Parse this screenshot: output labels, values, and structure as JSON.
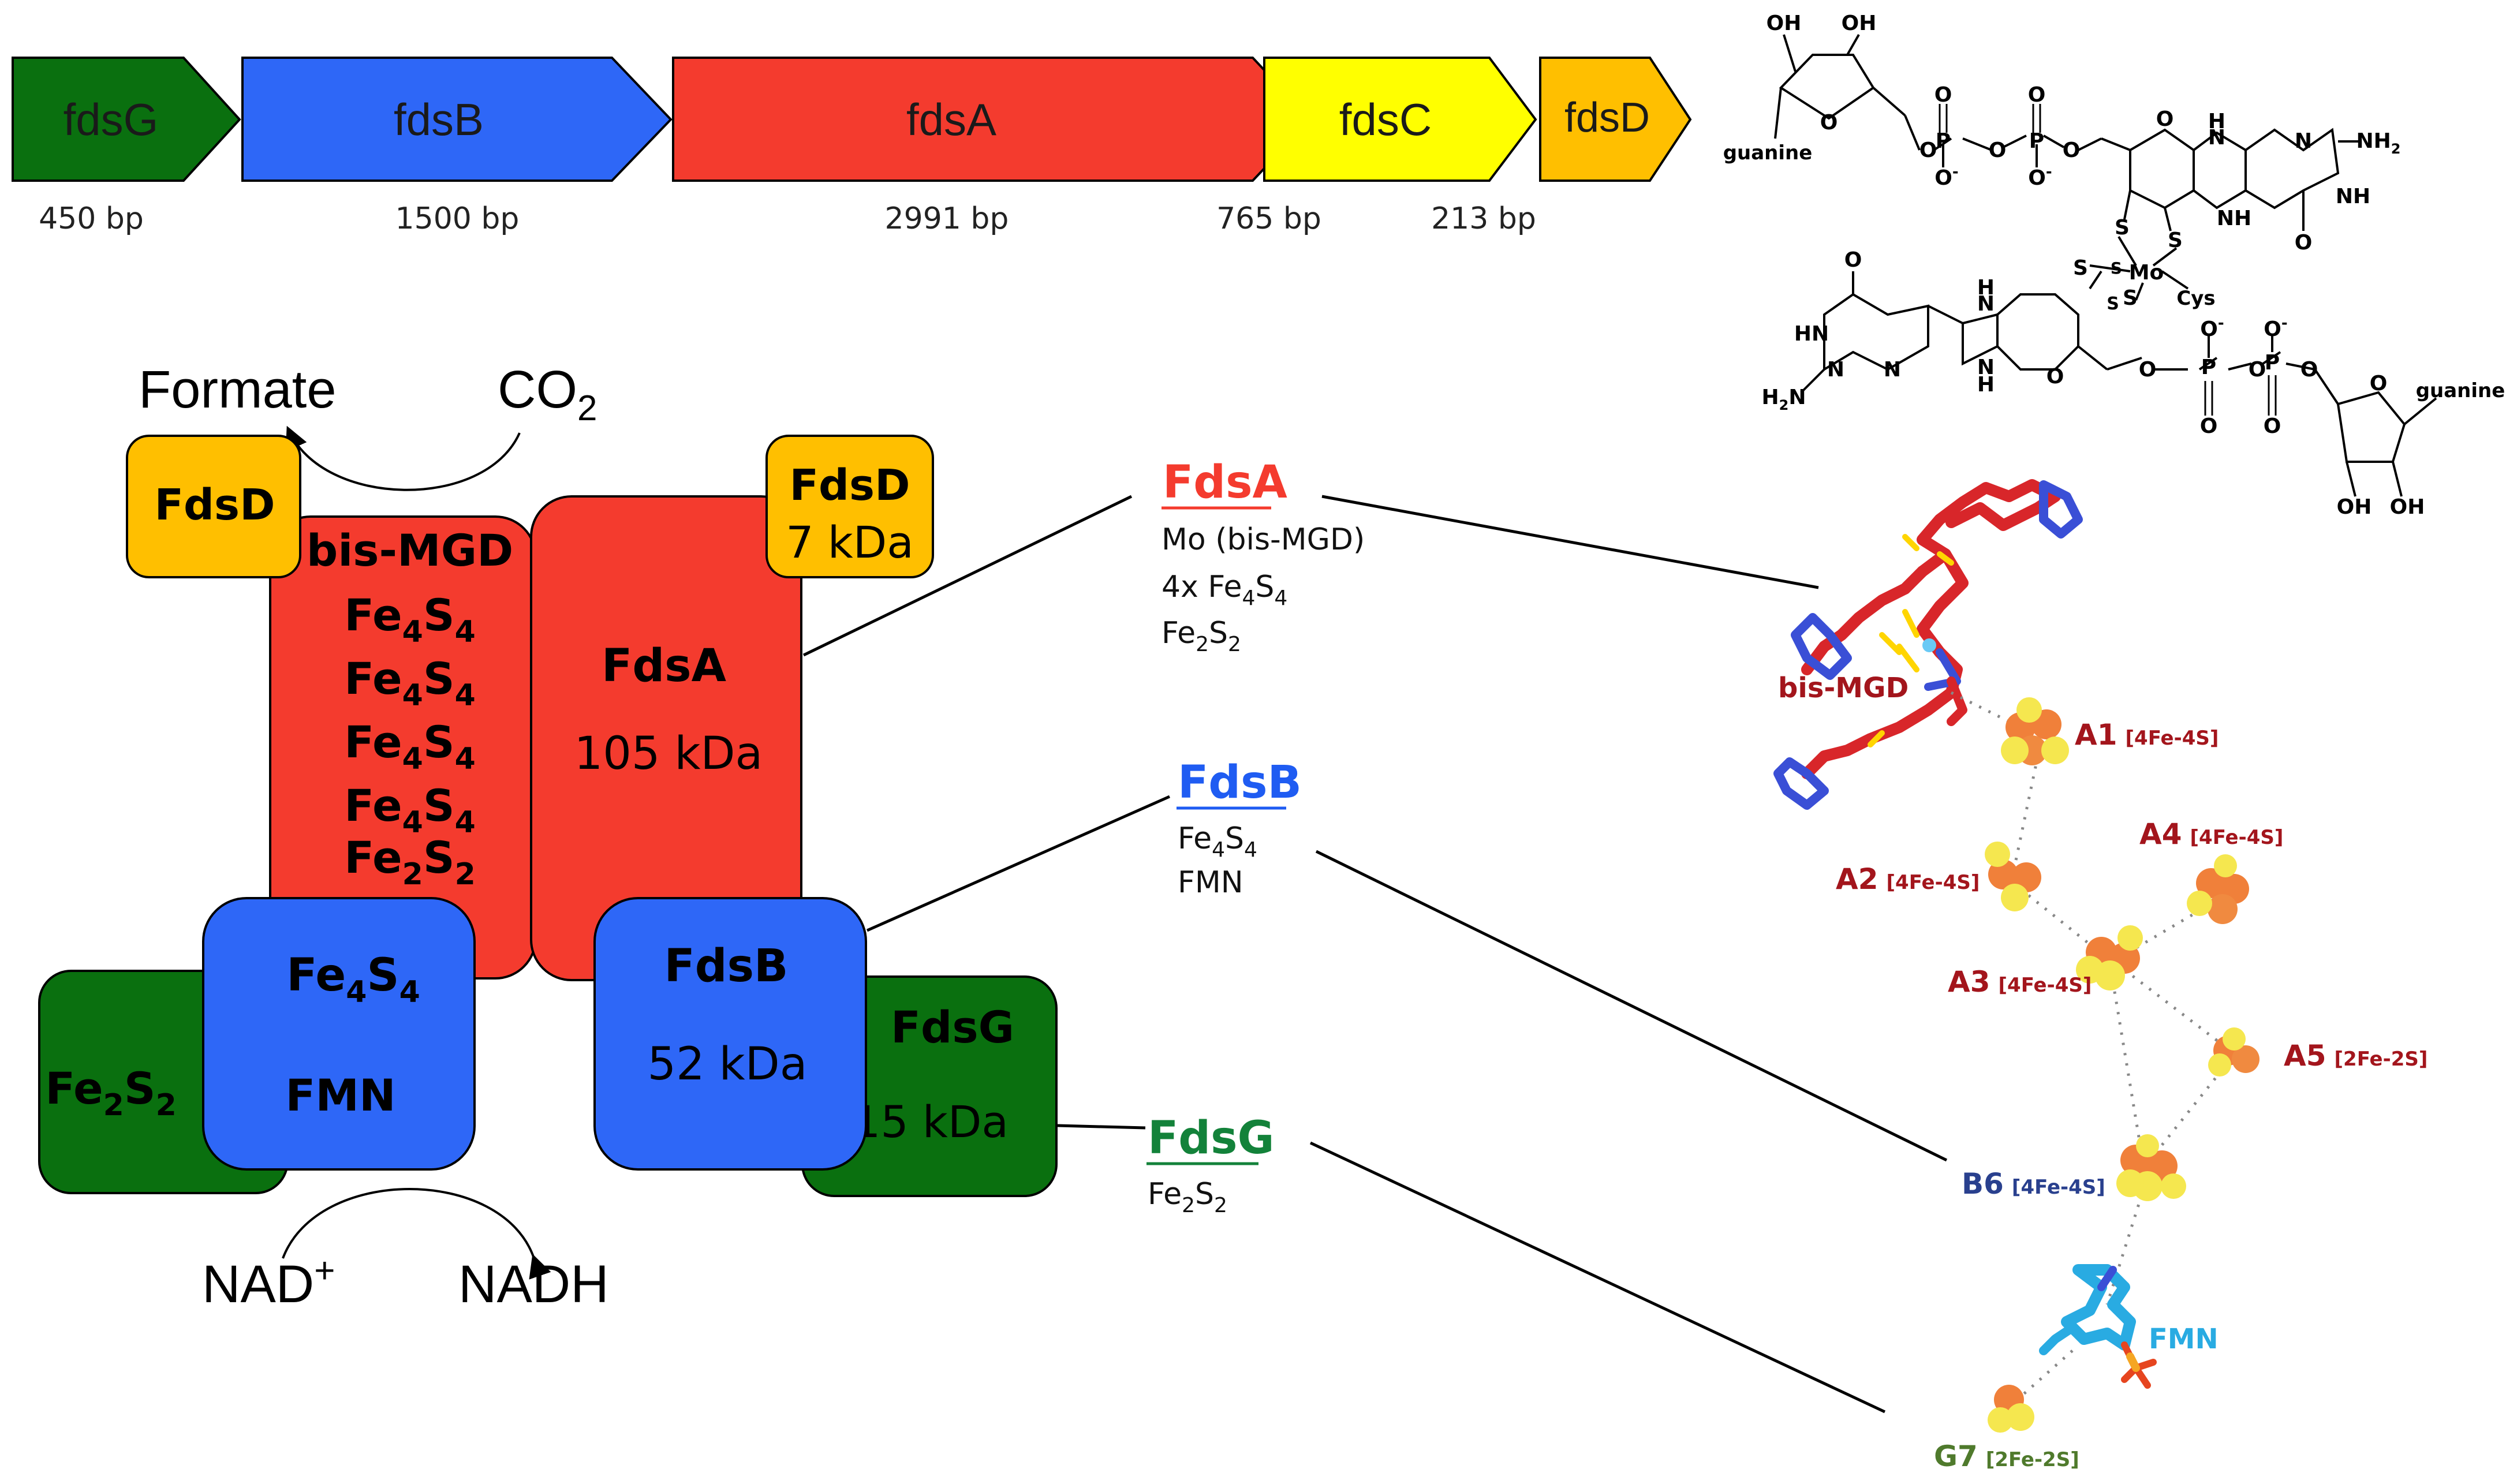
{
  "operon": {
    "genes": [
      {
        "name": "fdsG",
        "size": "450 bp",
        "color": "#0a700f"
      },
      {
        "name": "fdsB",
        "size": "1500 bp",
        "color": "#2e67f7"
      },
      {
        "name": "fdsA",
        "size": "2991 bp",
        "color": "#f43b2e"
      },
      {
        "name": "fdsC",
        "size": "765 bp",
        "color": "#ffff00"
      },
      {
        "name": "fdsD",
        "size": "213 bp",
        "color": "#ffbf00"
      }
    ]
  },
  "complex": {
    "substrate": "Formate",
    "product_base": "CO",
    "product_sub": "2",
    "nad_base": "NAD",
    "nad_sup": "+",
    "nadh": "NADH",
    "fdsd_left": "FdsD",
    "fdsd_right_name": "FdsD",
    "fdsd_right_mass": "7 kDa",
    "fdsa_name": "FdsA",
    "fdsa_mass": "105 kDa",
    "fdsa_cofactors": {
      "bis_mgd": "bis-MGD",
      "fe4s4": {
        "fe": "Fe",
        "fe_sub": "4",
        "s": "S",
        "s_sub": "4"
      },
      "fe2s2": {
        "fe": "Fe",
        "fe_sub": "2",
        "s": "S",
        "s_sub": "2"
      }
    },
    "fdsb_name": "FdsB",
    "fdsb_mass": "52 kDa",
    "fdsb_cofactor_fmn": "FMN",
    "fdsg_name": "FdsG",
    "fdsg_mass": "15 kDa"
  },
  "legend": {
    "fdsa": {
      "title": "FdsA",
      "line1": "Mo (bis-MGD)",
      "line2_prefix": "4x ",
      "color": "#f43b2e"
    },
    "fdsb": {
      "title": "FdsB",
      "line2": "FMN",
      "color": "#1f5cf2"
    },
    "fdsg": {
      "title": "FdsG",
      "color": "#13823a"
    }
  },
  "structure": {
    "bis_mgd": "bis-MGD",
    "clusters": [
      {
        "id": "A1",
        "type": "[4Fe-4S]",
        "color": "#a3151c"
      },
      {
        "id": "A2",
        "type": "[4Fe-4S]",
        "color": "#a3151c"
      },
      {
        "id": "A3",
        "type": "[4Fe-4S]",
        "color": "#a3151c"
      },
      {
        "id": "A4",
        "type": "[4Fe-4S]",
        "color": "#a3151c"
      },
      {
        "id": "A5",
        "type": "[2Fe-2S]",
        "color": "#a3151c"
      },
      {
        "id": "B6",
        "type": "[4Fe-4S]",
        "color": "#29408e"
      },
      {
        "id": "G7",
        "type": "[2Fe-2S]",
        "color": "#4f7a2c"
      }
    ],
    "fmn": "FMN",
    "fmn_color": "#29abe2"
  },
  "molecule": {
    "oh": "OH",
    "guanine": "guanine",
    "o": "O",
    "o_minus": "O",
    "p": "P",
    "s": "S",
    "mo": "Mo",
    "cys": "Cys",
    "n": "N",
    "nh": "NH",
    "hn": "HN",
    "h": "H",
    "nh2_base": "NH",
    "nh2_sub": "2",
    "h2n_pre": "H",
    "h2n_sub": "2",
    "h2n_post": "N"
  }
}
